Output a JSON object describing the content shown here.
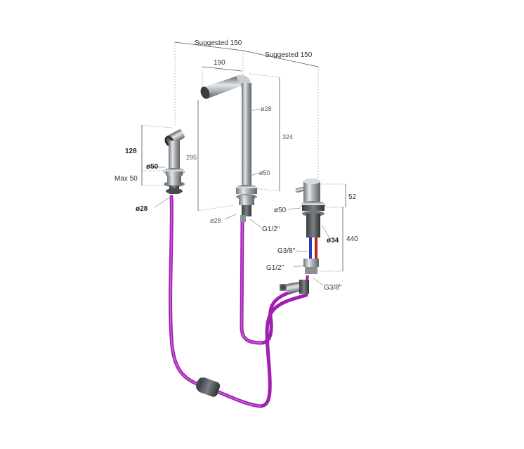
{
  "colors": {
    "hose": "#a020b0",
    "hose_highlight": "#d070e0",
    "chrome_dark": "#6f747a",
    "chrome_mid": "#a6abb0",
    "chrome_light": "#e4e7ea",
    "hot": "#c02020",
    "cold": "#2040c0",
    "dimension": "#555555"
  },
  "dimensions": {
    "suggested_left": "Suggested 150",
    "suggested_right": "Suggested 150",
    "spout_reach": "190",
    "spout_diameter_top": "ø28",
    "spout_height_total": "324",
    "spout_height_inner": "295",
    "spout_diameter_mid": "ø50",
    "spout_base_diameter": "ø28",
    "spout_thread": "G1/2\"",
    "handshower_height": "128",
    "handshower_diameter": "ø50",
    "handshower_max": "Max 50",
    "handshower_base_diameter": "ø28",
    "mixer_height": "52",
    "mixer_diameter": "ø50",
    "mixer_shank_diameter": "ø34",
    "mixer_shank_length": "440",
    "connector_a": "G3/8\"",
    "connector_b": "G1/2\"",
    "connector_c": "G3/8\""
  },
  "icons": [
    "spout-faucet-icon",
    "handshower-icon",
    "mixer-valve-icon",
    "flex-hose-icon",
    "hose-weight-icon"
  ]
}
